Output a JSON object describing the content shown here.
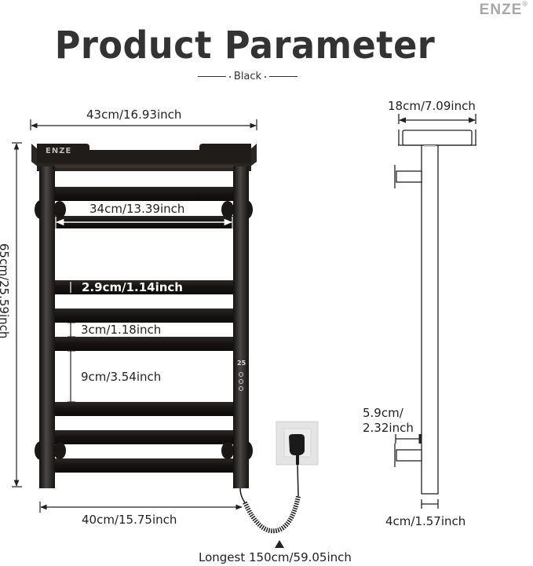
{
  "brand": {
    "name": "ENZE",
    "mark": "®"
  },
  "header": {
    "title": "Product Parameter",
    "subtitle": "Black"
  },
  "product": {
    "shelf_logo": "ENZE",
    "display_reading": "25",
    "control_buttons": [
      "power-button",
      "plus-button",
      "minus-button"
    ]
  },
  "front_view": {
    "overall_width": "43cm/16.93inch",
    "inner_width": "34cm/13.39inch",
    "bar_height": "2.9cm/1.14inch",
    "bar_gap": "3cm/1.18inch",
    "section_gap": "9cm/3.54inch",
    "overall_height": "65cm/25.59inch",
    "bottom_width": "40cm/15.75inch",
    "cable_length": "Longest 150cm/59.05inch"
  },
  "side_view": {
    "shelf_depth": "18cm/7.09inch",
    "wall_distance_line1": "5.9cm/",
    "wall_distance_line2": "2.32inch",
    "tube_width": "4cm/1.57inch"
  },
  "colors": {
    "frame": "#1c1a18",
    "title": "#333333",
    "brand": "#a8a8a8",
    "line": "#222222"
  }
}
